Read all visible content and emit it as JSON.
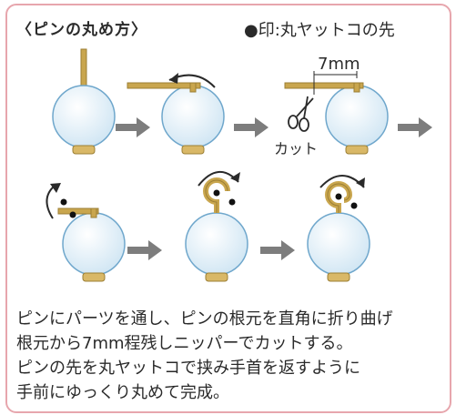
{
  "title": "〈ピンの丸め方〉",
  "legend": {
    "marker": "●",
    "text": "印:丸ヤットコの先"
  },
  "measure_label": "7mm",
  "cut_label": "カット",
  "description": [
    "ピンにパーツを通し、ピンの根元を直角に折り曲げ",
    "根元から7mm程残しニッパーでカットする。",
    "ピンの先を丸ヤットコで挟み手首を返すように",
    "手前にゆっくり丸めて完成。"
  ],
  "colors": {
    "border": "#e7a6ad",
    "bead_fill": "#e3f1fa",
    "bead_stroke": "#6fa7cc",
    "pin": "#c9a64e",
    "arrow": "#7d7d7d",
    "text": "#2a2a2a"
  }
}
